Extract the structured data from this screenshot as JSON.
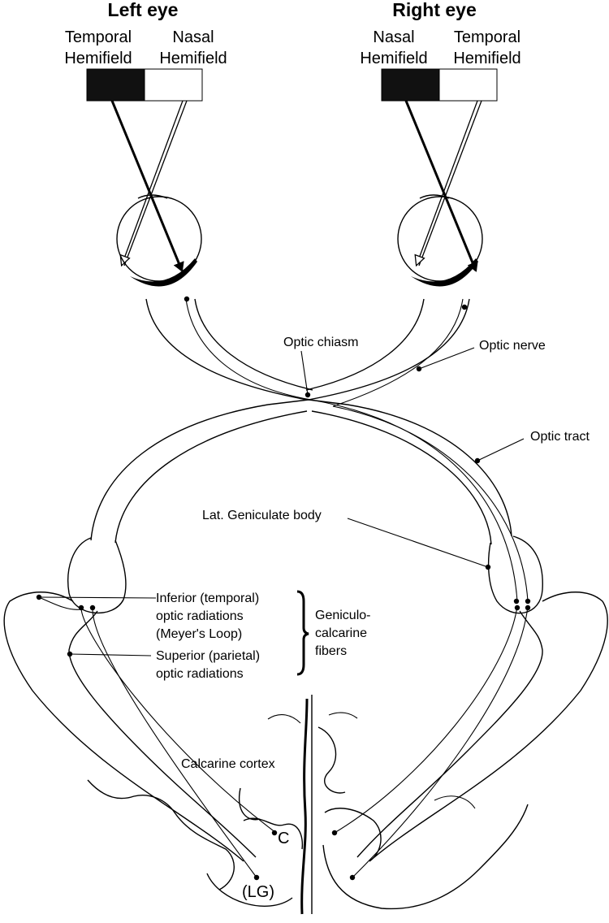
{
  "left_eye": {
    "title": "Left eye",
    "temporal": [
      "Temporal",
      "Hemifield"
    ],
    "nasal": [
      "Nasal",
      "Hemifield"
    ]
  },
  "right_eye": {
    "title": "Right eye",
    "nasal": [
      "Nasal",
      "Hemifield"
    ],
    "temporal": [
      "Temporal",
      "Hemifield"
    ]
  },
  "labels": {
    "optic_chiasm": "Optic chiasm",
    "optic_nerve": "Optic nerve",
    "optic_tract": "Optic tract",
    "lat_geniculate": "Lat. Geniculate body",
    "inferior": [
      "Inferior (temporal)",
      "optic radiations",
      "(Meyer's Loop)"
    ],
    "superior": [
      "Superior (parietal)",
      "optic radiations"
    ],
    "geniculo": [
      "Geniculo-",
      "calcarine",
      "fibers"
    ],
    "calcarine_cortex": "Calcarine cortex",
    "c": "C",
    "lg": "(LG)"
  },
  "colors": {
    "ink": "#000000",
    "dark_field": "#111111",
    "light_field": "#ffffff"
  }
}
